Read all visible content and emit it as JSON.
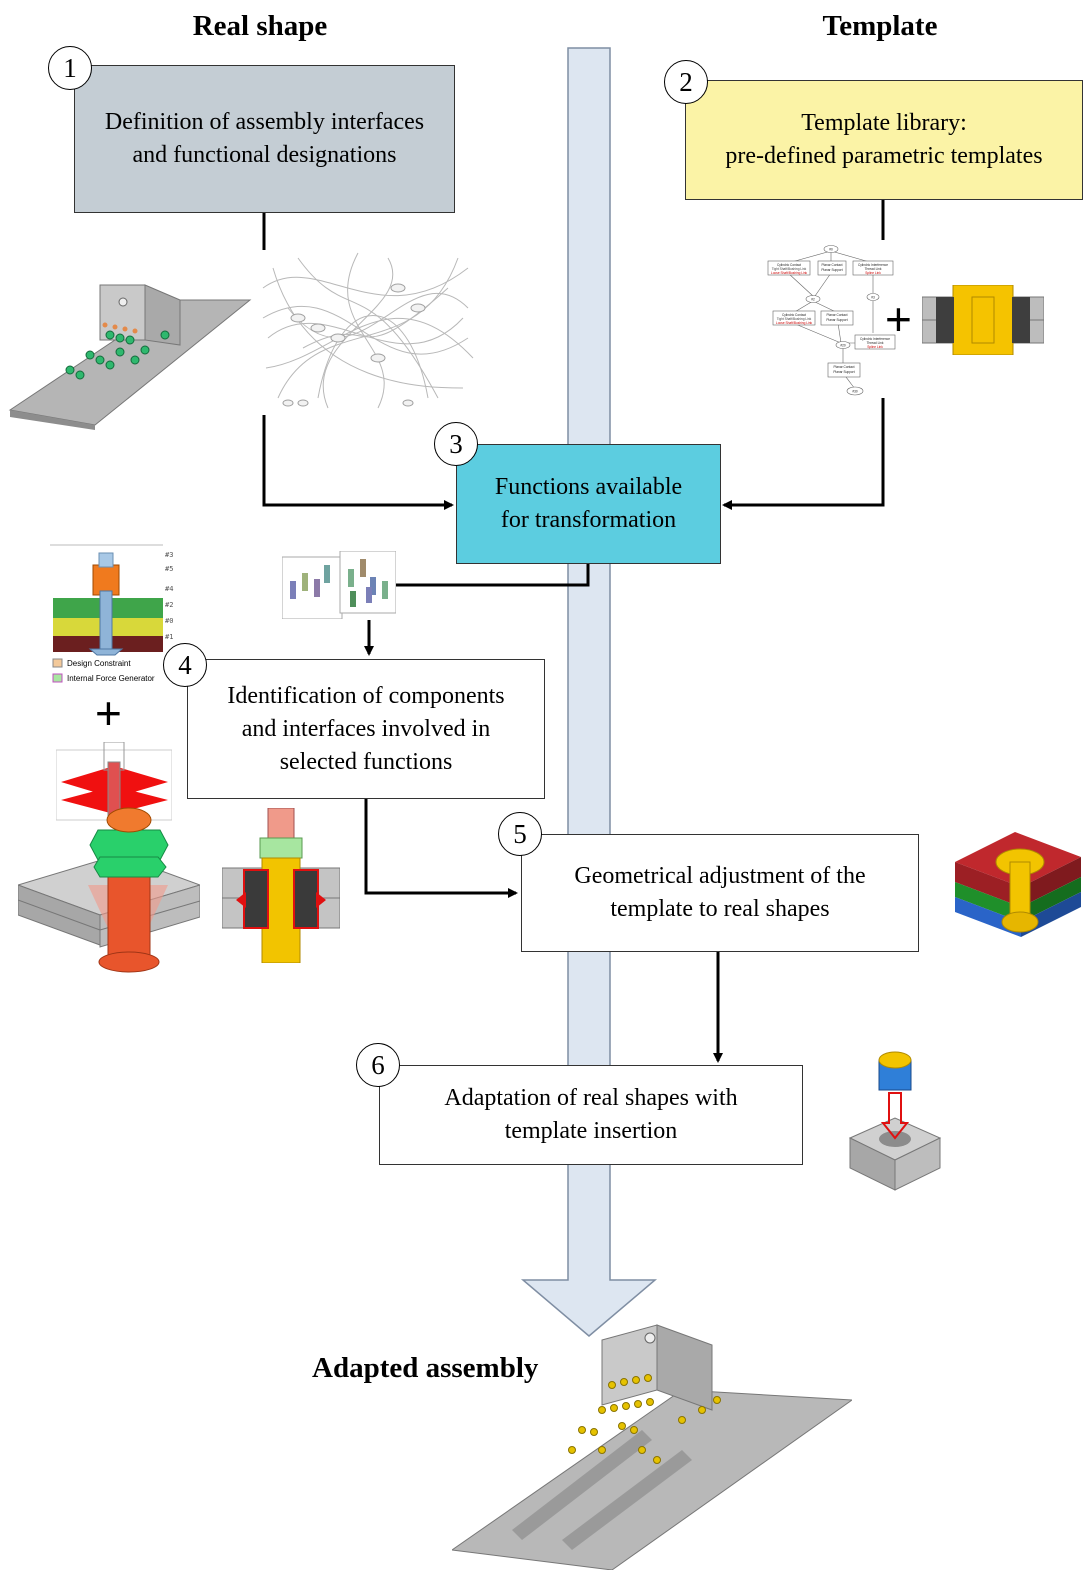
{
  "columns": {
    "left_title": "Real shape",
    "right_title": "Template"
  },
  "steps": [
    {
      "number": "1",
      "text_line1": "Definition of assembly interfaces",
      "text_line2": "and functional designations",
      "fill": "#c4cdd4"
    },
    {
      "number": "2",
      "text_line1": "Template library:",
      "text_line2": "pre-defined parametric templates",
      "fill": "#fbf3a6"
    },
    {
      "number": "3",
      "text_line1": "Functions available",
      "text_line2": "for transformation",
      "fill": "#5ccde0"
    },
    {
      "number": "4",
      "text_line1": "Identification of components",
      "text_line2": "and interfaces involved in",
      "text_line3": "selected functions",
      "fill": "#ffffff"
    },
    {
      "number": "5",
      "text_line1": "Geometrical adjustment of the",
      "text_line2": "template to real shapes",
      "fill": "#ffffff"
    },
    {
      "number": "6",
      "text_line1": "Adaptation of real shapes with",
      "text_line2": "template insertion",
      "fill": "#ffffff"
    }
  ],
  "result_label": "Adapted assembly",
  "graph_labels": {
    "cylindric_contact": "Cylindric Contact",
    "planar_contact": "Planar Contact",
    "cylindric_interference": "Cylindric Interference",
    "tight_link": "Tight Shaft/Bushing Link",
    "loose_link": "Loose Shaft/Bushing Link",
    "planar_support": "Planar Support",
    "thread_link": "Thread Link",
    "spline_link": "Spline Link",
    "node_a": "#0",
    "node_b": "#2",
    "node_c": "#3",
    "node_d": "#20",
    "node_e": "#30"
  },
  "layer_labels": [
    "#3",
    "#5",
    "#4",
    "#2",
    "#0",
    "#1"
  ],
  "legend": {
    "design_constraint": "Design Constraint",
    "internal_force": "Internal Force Generator"
  },
  "plus_sign": "+",
  "colors": {
    "center_arrow": "#dde6f1",
    "box1": "#c4cdd4",
    "box2": "#fbf3a6",
    "box3": "#5ccde0",
    "steel": "#a9a9a9",
    "green": "#2fbf5a",
    "orange": "#f07a1e",
    "red": "#e0352b",
    "yellow": "#f2c200",
    "blue": "#2f6fd8"
  }
}
